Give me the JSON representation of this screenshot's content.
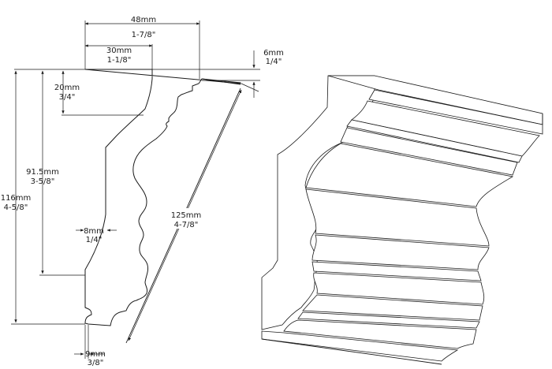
{
  "dimensions": {
    "width_total": {
      "metric": "48mm",
      "imperial": "1-7/8\""
    },
    "width_top": {
      "metric": "30mm",
      "imperial": "1-1/8\""
    },
    "offset_top": {
      "metric": "6mm",
      "imperial": "1/4\""
    },
    "top_drop": {
      "metric": "20mm",
      "imperial": "3/4\""
    },
    "mid_height": {
      "metric": "91.5mm",
      "imperial": "3-5/8\""
    },
    "total_height": {
      "metric": "116mm",
      "imperial": "4-5/8\""
    },
    "lip": {
      "metric": "8mm",
      "imperial": "1/4\""
    },
    "diagonal": {
      "metric": "125mm",
      "imperial": "4-7/8\""
    },
    "base": {
      "metric": "9mm",
      "imperial": "3/8\""
    }
  }
}
